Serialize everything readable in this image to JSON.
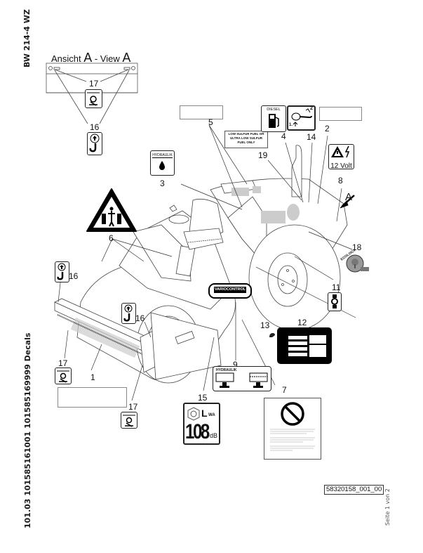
{
  "header": {
    "model": "BW 214-4 WZ",
    "document_ref": "101.03 101585161001 101585169999 Decals"
  },
  "view_a": {
    "title_prefix": "Ansicht",
    "title_letter": "A",
    "title_sep": " - View ",
    "title_letter2": "A"
  },
  "callouts": {
    "c1": "1",
    "c2": "2",
    "c3": "3",
    "c4": "4",
    "c5": "5",
    "c6": "6",
    "c7": "7",
    "c8": "8",
    "c9": "9",
    "c11": "11",
    "c12": "12",
    "c13": "13",
    "c14": "14",
    "c15": "15",
    "c16a": "16",
    "c16b": "16",
    "c16c": "16",
    "c17a": "17",
    "c17b": "17",
    "c17c": "17",
    "c18": "18",
    "c19": "19",
    "view_marker": "A"
  },
  "decals": {
    "diesel_label": "DIESEL",
    "fuel_notice_line1": "LOW SULFUR FUEL OR",
    "fuel_notice_line2": "ULTRA LOW SULFUR",
    "fuel_notice_line3": "FUEL ONLY",
    "voltage_label": "12 Volt",
    "hydraulik_label": "HYDRAULIK",
    "hydraulik_level_label": "HYDRAULIK",
    "variocontrol_label": "VARIOCONTROL",
    "ecology_label": "ECOLOGY",
    "sound_symbol": "L",
    "sound_subscript": "WA",
    "sound_value": "108",
    "sound_unit": "dB",
    "step_1": "1.",
    "step_2": "2"
  },
  "footer": {
    "drawing_number": "58320158_001_00",
    "page_indicator": "Seite 1 von 2"
  }
}
